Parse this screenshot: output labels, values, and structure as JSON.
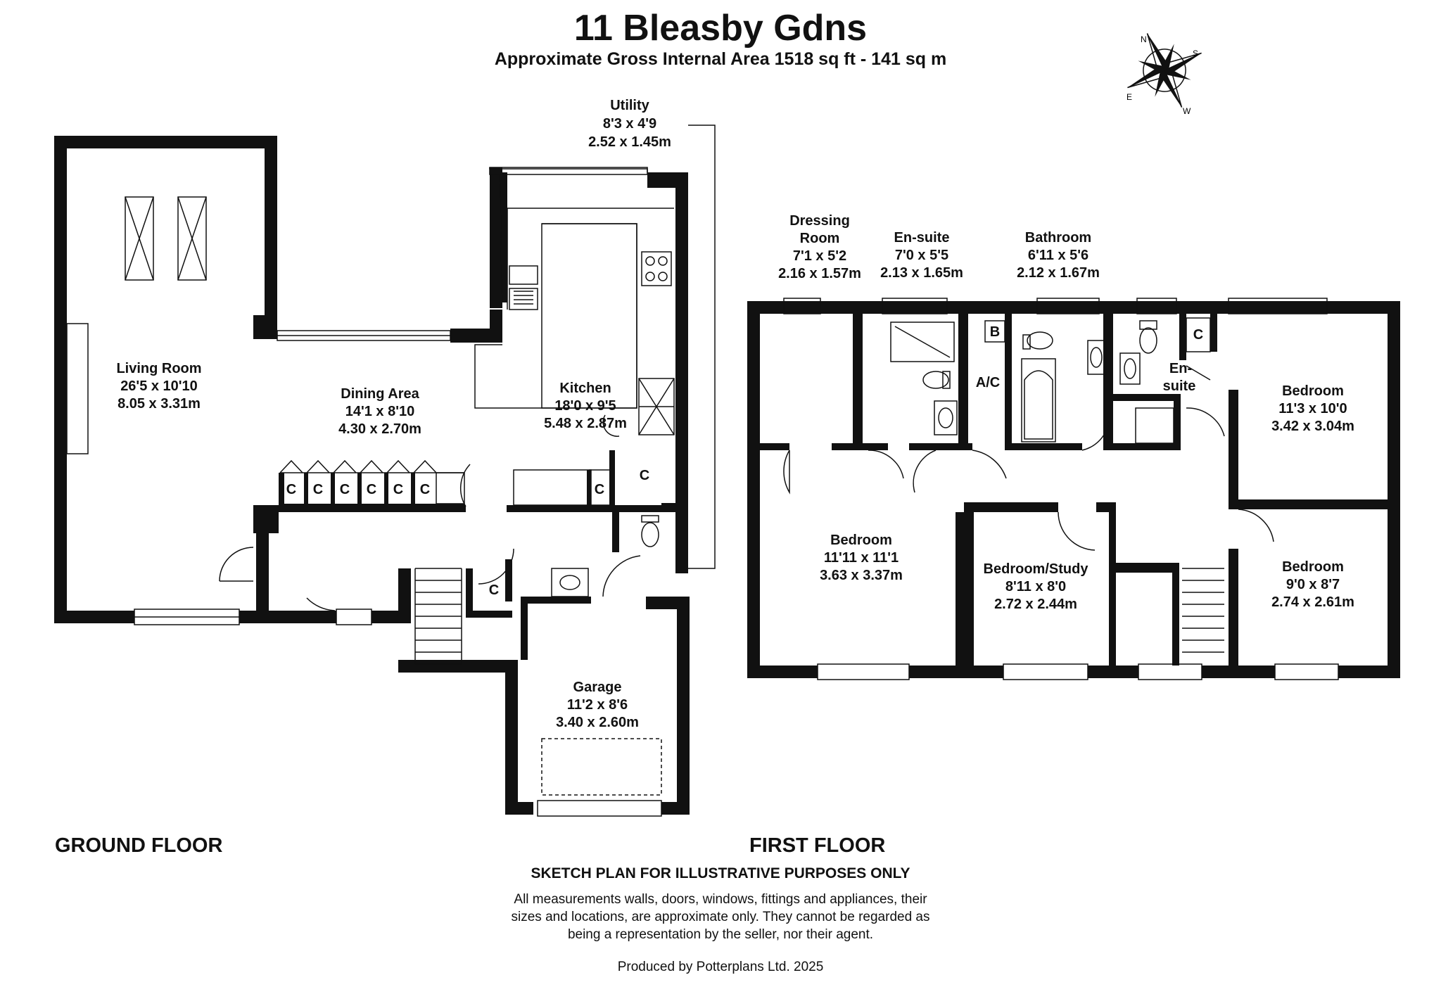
{
  "header": {
    "title": "11 Bleasby Gdns",
    "subtitle": "Approximate Gross Internal Area  1518 sq ft - 141 sq m"
  },
  "floors": {
    "ground": "GROUND FLOOR",
    "first": "FIRST FLOOR"
  },
  "rooms": {
    "living": {
      "name": "Living Room",
      "imperial": "26'5 x 10'10",
      "metric": "8.05 x 3.31m"
    },
    "dining": {
      "name": "Dining Area",
      "imperial": "14'1 x 8'10",
      "metric": "4.30 x 2.70m"
    },
    "kitchen": {
      "name": "Kitchen",
      "imperial": "18'0 x 9'5",
      "metric": "5.48 x 2.87m"
    },
    "utility": {
      "name": "Utility",
      "imperial": "8'3 x 4'9",
      "metric": "2.52 x 1.45m"
    },
    "garage": {
      "name": "Garage",
      "imperial": "11'2 x 8'6",
      "metric": "3.40 x 2.60m"
    },
    "dressing": {
      "name1": "Dressing",
      "name2": "Room",
      "imperial": "7'1 x 5'2",
      "metric": "2.16 x 1.57m"
    },
    "ensuite1": {
      "name": "En-suite",
      "imperial": "7'0 x 5'5",
      "metric": "2.13 x 1.65m"
    },
    "bathroom": {
      "name": "Bathroom",
      "imperial": "6'11 x 5'6",
      "metric": "2.12 x 1.67m"
    },
    "bed1": {
      "name": "Bedroom",
      "imperial": "11'11 x 11'1",
      "metric": "3.63 x 3.37m"
    },
    "study": {
      "name": "Bedroom/Study",
      "imperial": "8'11 x 8'0",
      "metric": "2.72 x 2.44m"
    },
    "bed2": {
      "name": "Bedroom",
      "imperial": "11'3 x 10'0",
      "metric": "3.42 x 3.04m"
    },
    "bed3": {
      "name": "Bedroom",
      "imperial": "9'0 x 8'7",
      "metric": "2.74 x 2.61m"
    },
    "ensuite2": {
      "name1": "En-",
      "name2": "suite"
    }
  },
  "markers": {
    "cupboard": "C",
    "airing": "A/C",
    "boiler": "B"
  },
  "compass": {
    "n": "N",
    "s": "S",
    "e": "E",
    "w": "W"
  },
  "footer": {
    "sketch": "SKETCH PLAN FOR ILLUSTRATIVE PURPOSES ONLY",
    "disclaimer1": "All measurements walls, doors, windows, fittings and appliances, their",
    "disclaimer2": "sizes and locations, are approximate only. They cannot be regarded as",
    "disclaimer3": "being a representation by the seller, nor their agent.",
    "produced": "Produced by Potterplans Ltd. 2025"
  }
}
